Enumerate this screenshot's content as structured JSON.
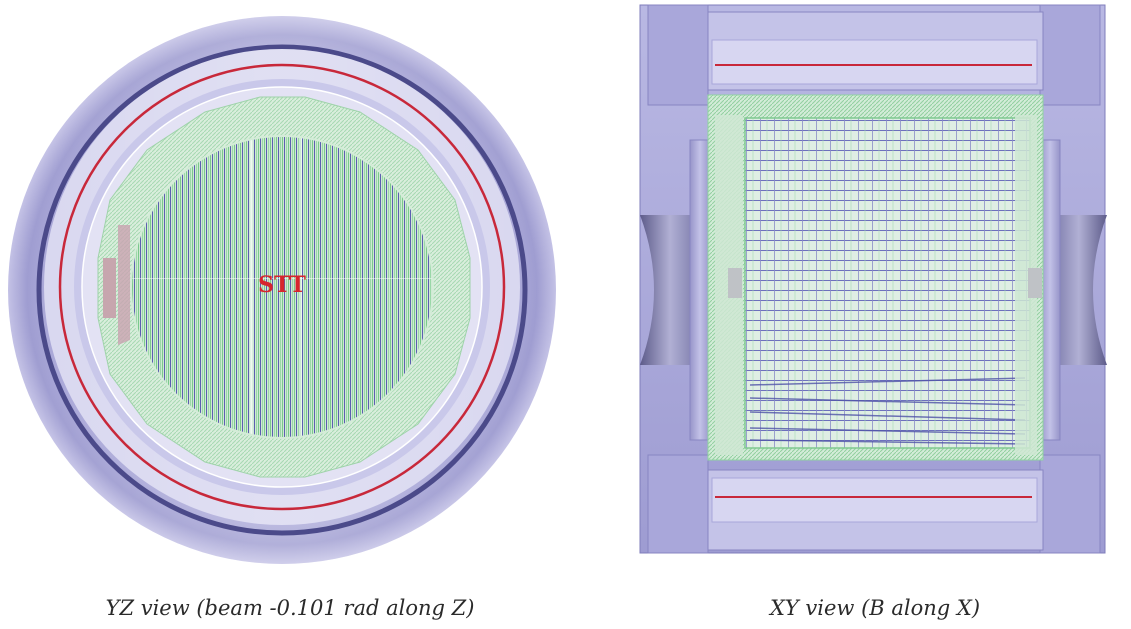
{
  "figure": {
    "left_panel": {
      "label": "STT",
      "caption": "YZ view (beam -0.101 rad along Z)"
    },
    "right_panel": {
      "caption": "XY view (B along X)"
    }
  },
  "colors": {
    "outer_steel": "#a8a6d6",
    "outer_steel_dark": "#7c7ab8",
    "tracker_green": "#c9e8cd",
    "wire_blue": "#5b5fb0",
    "wire_green": "#8fd3a0",
    "label_red": "#d7262e",
    "red_line": "#c8283a"
  }
}
